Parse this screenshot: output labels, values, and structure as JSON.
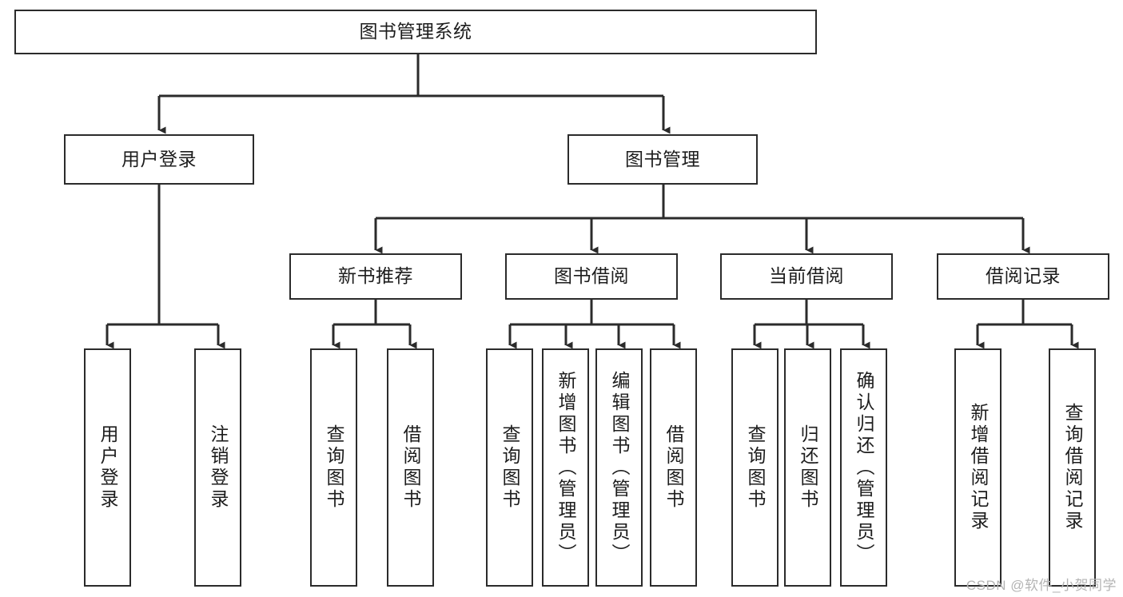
{
  "diagram": {
    "title": "图书管理系统",
    "type": "tree-hierarchy-chart",
    "background_color": "#ffffff",
    "line_color": "#2b2b2b",
    "text_color": "#1d1d1d",
    "watermark": "CSDN @软件_小贺同学",
    "nodes": {
      "root": {
        "label": "图书管理系统"
      },
      "level2": [
        {
          "label": "用户登录"
        },
        {
          "label": "图书管理"
        }
      ],
      "level3": [
        {
          "label": "新书推荐"
        },
        {
          "label": "图书借阅"
        },
        {
          "label": "当前借阅"
        },
        {
          "label": "借阅记录"
        }
      ],
      "leaves_user_login": [
        {
          "label": "用户登录"
        },
        {
          "label": "注销登录"
        }
      ],
      "leaves_new_book": [
        {
          "label": "查询图书"
        },
        {
          "label": "借阅图书"
        }
      ],
      "leaves_borrow": [
        {
          "label": "查询图书"
        },
        {
          "label": "新增图书（管理员）"
        },
        {
          "label": "编辑图书（管理员）"
        },
        {
          "label": "借阅图书"
        }
      ],
      "leaves_current": [
        {
          "label": "查询图书"
        },
        {
          "label": "归还图书"
        },
        {
          "label": "确认归还（管理员）"
        }
      ],
      "leaves_record": [
        {
          "label": "新增借阅记录"
        },
        {
          "label": "查询借阅记录"
        }
      ]
    }
  }
}
